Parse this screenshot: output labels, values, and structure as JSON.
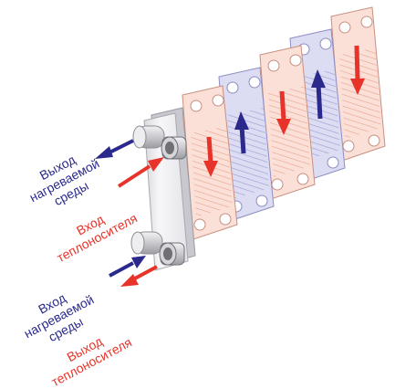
{
  "labels": {
    "hot_out": {
      "line1": "Выход",
      "line2": "нагреваемой",
      "line3": "среды"
    },
    "heat_in": {
      "line1": "Вход",
      "line2": "теплоносителя"
    },
    "hot_in": {
      "line1": "Вход",
      "line2": "нагреваемой",
      "line3": "среды"
    },
    "heat_out": {
      "line1": "Выход",
      "line2": "теплоносителя"
    }
  },
  "colors": {
    "heated_medium": "#2b2a8c",
    "coolant": "#e8332a",
    "red_plate_fill": "#fbe0d8",
    "blue_plate_fill": "#dcdcf2",
    "frame": "#f4f4f6"
  },
  "icons": {
    "flow_arrow": "arrow-icon",
    "nozzle": "pipe-nozzle-icon"
  }
}
